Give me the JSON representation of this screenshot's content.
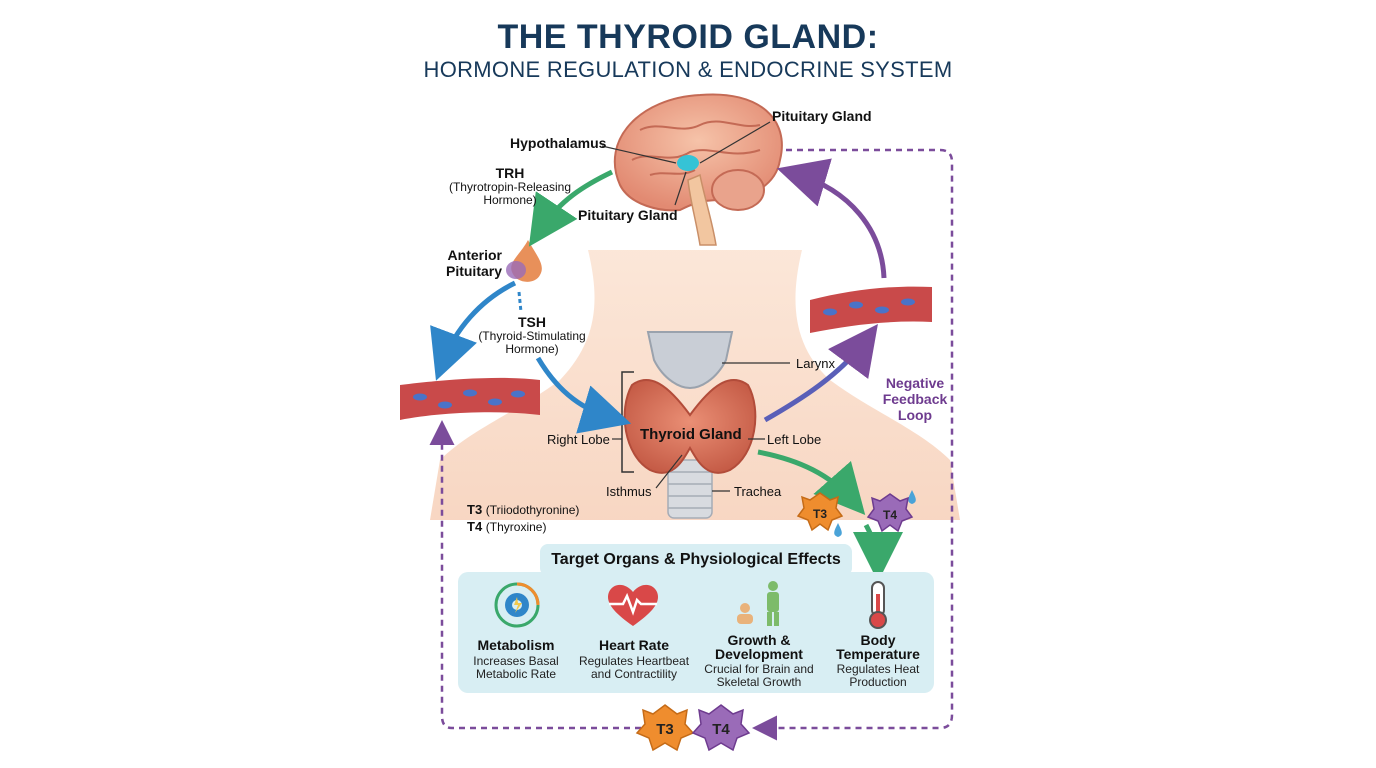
{
  "title": "THE THYROID GLAND:",
  "subtitle": "HORMONE REGULATION & ENDOCRINE SYSTEM",
  "labels": {
    "pituitary_top": "Pituitary Gland",
    "hypothalamus": "Hypothalamus",
    "pituitary_mid": "Pituitary Gland",
    "trh_abbr": "TRH",
    "trh_full": "(Thyrotropin-Releasing Hormone)",
    "anterior_pituitary": "Anterior Pituitary",
    "tsh_abbr": "TSH",
    "tsh_full": "(Thyroid-Stimulating Hormone)",
    "larynx": "Larynx",
    "right_lobe": "Right Lobe",
    "thyroid_gland": "Thyroid Gland",
    "left_lobe": "Left Lobe",
    "isthmus": "Isthmus",
    "trachea": "Trachea",
    "t3_abbr": "T3",
    "t3_full": "(Triiodothyronine)",
    "t4_abbr": "T4",
    "t4_full": "(Thyroxine)",
    "negative_feedback": "Negative Feedback Loop"
  },
  "hormone_badges": {
    "right_t3": "T3",
    "right_t4": "T4",
    "bottom_t3": "T3",
    "bottom_t4": "T4"
  },
  "panel": {
    "title": "Target Organs & Physiological Effects",
    "effects": [
      {
        "name": "Metabolism",
        "desc": "Increases Basal Metabolic Rate",
        "icon": "gear-cycle-icon"
      },
      {
        "name": "Heart Rate",
        "desc": "Regulates Heartbeat and Contractility",
        "icon": "heart-pulse-icon"
      },
      {
        "name": "Growth & Development",
        "desc": "Crucial for Brain and Skeletal Growth",
        "icon": "growth-figures-icon"
      },
      {
        "name": "Body Temperature",
        "desc": "Regulates Heat Production",
        "icon": "thermometer-icon"
      }
    ]
  },
  "colors": {
    "title": "#17395a",
    "trh_arrow": "#3aa86b",
    "tsh_arrow": "#2f86c9",
    "feedback": "#7b4c9b",
    "t3_badge": "#ef8d2e",
    "t4_badge": "#9a6bb8",
    "thyroid": "#d9735e",
    "panel_bg": "#d8eef3",
    "vessel": "#c94a4a"
  }
}
